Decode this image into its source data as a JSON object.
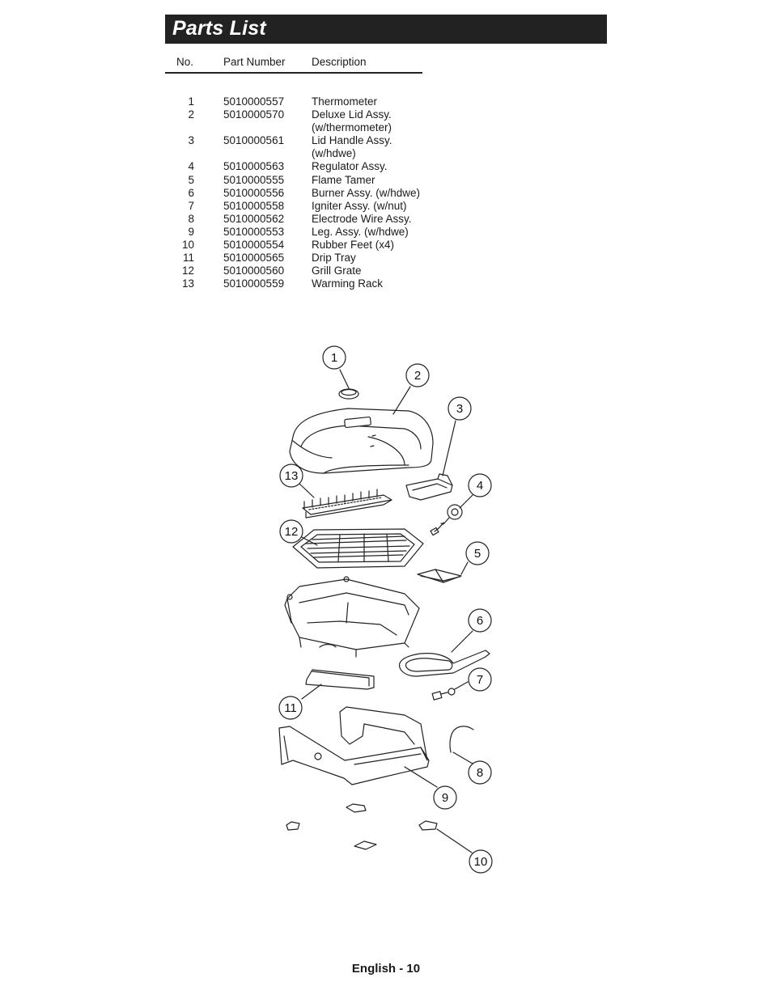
{
  "header": {
    "title": "Parts List"
  },
  "table": {
    "columns": [
      "No.",
      "Part Number",
      "Description"
    ],
    "rows": [
      {
        "no": "1",
        "part": "5010000557",
        "desc": "Thermometer"
      },
      {
        "no": "2",
        "part": "5010000570",
        "desc": "Deluxe Lid Assy. (w/thermometer)"
      },
      {
        "no": "3",
        "part": "5010000561",
        "desc": "Lid Handle Assy. (w/hdwe)"
      },
      {
        "no": "4",
        "part": "5010000563",
        "desc": "Regulator Assy."
      },
      {
        "no": "5",
        "part": "5010000555",
        "desc": "Flame Tamer"
      },
      {
        "no": "6",
        "part": "5010000556",
        "desc": "Burner Assy. (w/hdwe)"
      },
      {
        "no": "7",
        "part": "5010000558",
        "desc": "Igniter Assy. (w/nut)"
      },
      {
        "no": "8",
        "part": "5010000562",
        "desc": "Electrode Wire Assy."
      },
      {
        "no": "9",
        "part": "5010000553",
        "desc": "Leg. Assy. (w/hdwe)"
      },
      {
        "no": "10",
        "part": "5010000554",
        "desc": "Rubber Feet (x4)"
      },
      {
        "no": "11",
        "part": "5010000565",
        "desc": "Drip Tray"
      },
      {
        "no": "12",
        "part": "5010000560",
        "desc": "Grill Grate"
      },
      {
        "no": "13",
        "part": "5010000559",
        "desc": "Warming Rack"
      }
    ]
  },
  "diagram": {
    "callouts": [
      "1",
      "2",
      "3",
      "4",
      "5",
      "6",
      "7",
      "8",
      "9",
      "10",
      "11",
      "12",
      "13"
    ]
  },
  "footer": {
    "page_label": "English - 10"
  }
}
